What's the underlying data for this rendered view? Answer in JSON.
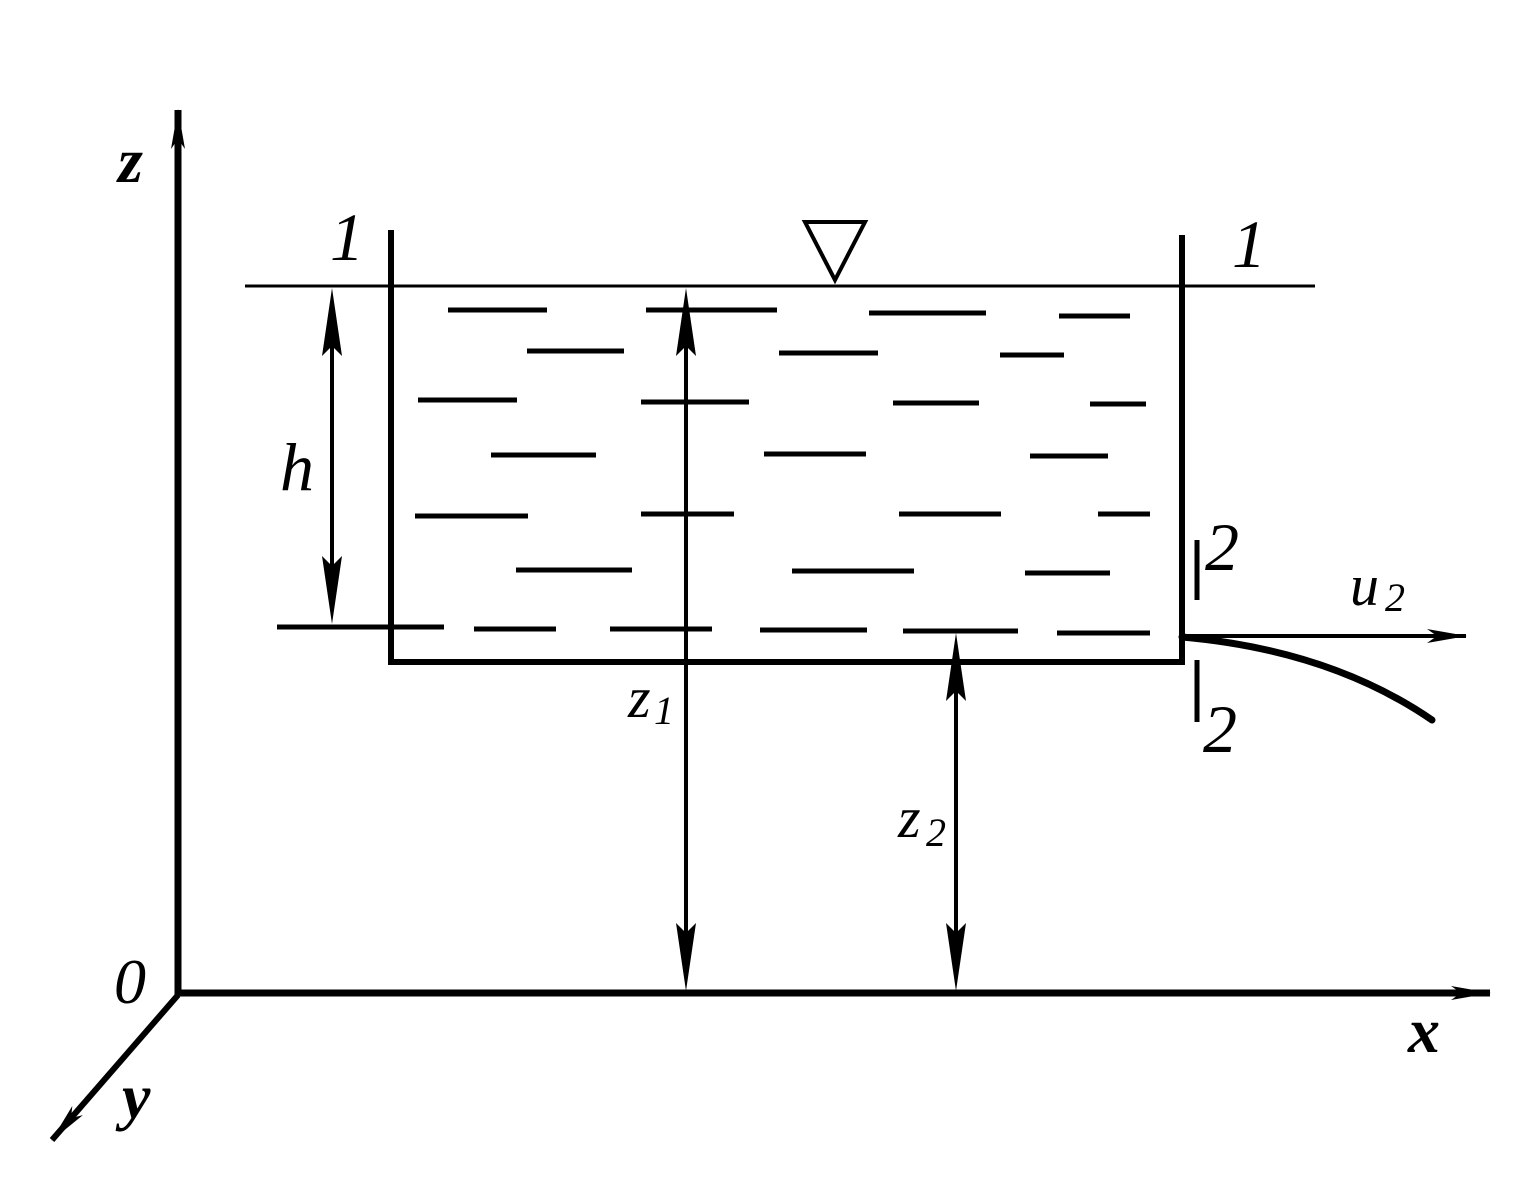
{
  "labels": {
    "z_axis": "z",
    "x_axis": "x",
    "y_axis": "y",
    "origin": "0",
    "section1_left": "1",
    "section1_right": "1",
    "section2_top": "2",
    "section2_bottom": "2",
    "h": "h",
    "z1_main": "z",
    "z1_sub": "1",
    "z2_main": "z",
    "z2_sub": "2",
    "u2_main": "u",
    "u2_sub": "2"
  },
  "colors": {
    "ink": "#000000",
    "background": "#ffffff"
  }
}
